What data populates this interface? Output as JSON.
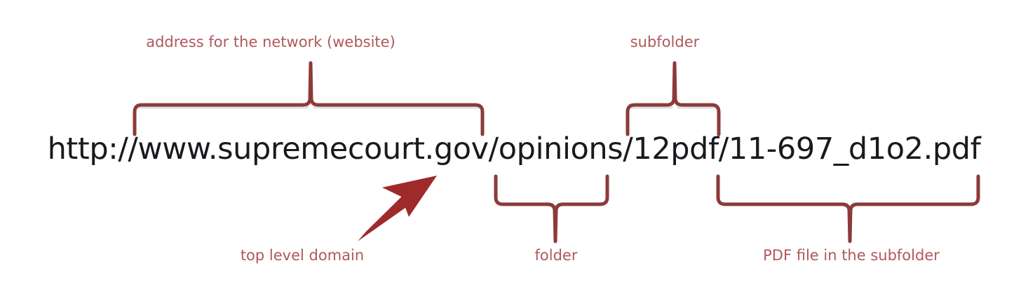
{
  "diagram": {
    "title": "URL anatomy annotation",
    "background_color": "#ffffff",
    "url_text": "http://www.supremecourt.gov/opinions/12pdf/11-697_d1o2.pdf",
    "url_color": "#19191e",
    "brace_color": "#8c3a3a",
    "label_color": "#b0585c",
    "arrow_color": "#9e2a2a",
    "url_parts": {
      "scheme": "http://",
      "host": "www.supremecourt.gov",
      "tld": ".gov",
      "folder": "opinions",
      "subfolder": "12pdf",
      "file": "11-697_d1o2.pdf"
    },
    "annotations": [
      {
        "id": "network-address",
        "label": "address for the network (website)",
        "target": "http://www.supremecourt.gov",
        "marker": "brace-up",
        "position": "above"
      },
      {
        "id": "subfolder",
        "label": "subfolder",
        "target": "12pdf",
        "marker": "brace-up",
        "position": "above"
      },
      {
        "id": "top-level-domain",
        "label": "top level domain",
        "target": ".gov",
        "marker": "arrow",
        "position": "below"
      },
      {
        "id": "folder",
        "label": "folder",
        "target": "opinions",
        "marker": "brace-down",
        "position": "below"
      },
      {
        "id": "pdf-file",
        "label": "PDF file in the subfolder",
        "target": "11-697_d1o2.pdf",
        "marker": "brace-down",
        "position": "below"
      }
    ]
  }
}
